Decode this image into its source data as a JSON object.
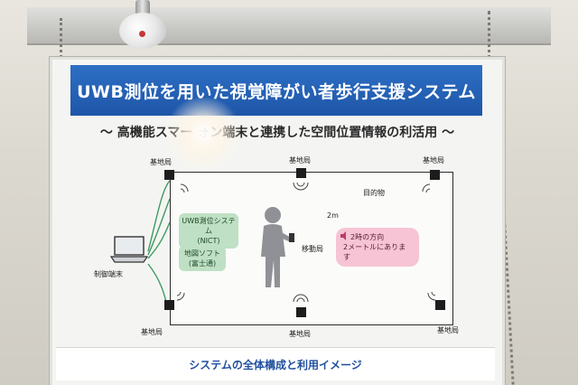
{
  "sign": {
    "title": "UWB測位を用いた視覚障がい者歩行支援システム",
    "subtitle": "～ 高機能スマー   ォン端末と連携した空間位置情報の利活用 ～",
    "caption": "システムの全体構成と利用イメージ"
  },
  "diagram": {
    "station_label": "基地局",
    "target_label": "目的物",
    "distance_label": "2m",
    "mobile_label": "移動局",
    "control_label": "制御端末",
    "uwb_box": [
      "UWB測位システム",
      "(NICT)"
    ],
    "map_box": [
      "地図ソフト",
      "(富士通)"
    ],
    "speech": [
      "2時の方向",
      "2メートルにあります"
    ]
  },
  "colors": {
    "title_bar": "#1e56a8",
    "caption_text": "#1f4f9e",
    "box_green": "#bfe0c4",
    "box_pink": "#f6c4d5",
    "line_green": "#3f9a63"
  }
}
